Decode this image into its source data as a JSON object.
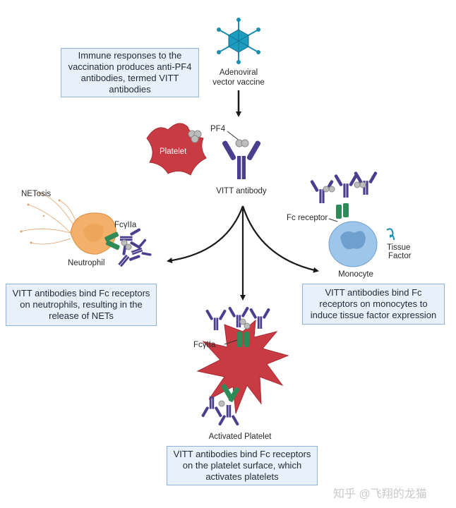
{
  "boxes": {
    "immune": "Immune responses to the vaccination produces anti-PF4 antibodies, termed VITT antibodies",
    "neutrophil": "VITT antibodies bind Fc receptors on neutrophils, resulting in the release of NETs",
    "monocyte": "VITT antibodies bind Fc receptors on monocytes to induce tissue factor expression",
    "platelet": "VITT antibodies bind Fc receptors on the platelet surface, which activates platelets"
  },
  "labels": {
    "vaccine_line1": "Adenoviral",
    "vaccine_line2": "vector vaccine",
    "pf4": "PF4",
    "platelet": "Platelet",
    "vitt_antibody": "VITT antibody",
    "netosis": "NETosis",
    "fcgamma_n": "FcγIIa",
    "neutrophil": "Neutrophil",
    "fc_receptor": "Fc receptor",
    "tissue": "Tissue",
    "factor": "Factor",
    "monocyte": "Monocyte",
    "fcgamma_p": "FcγIIa",
    "activated_platelet": "Activated Platelet"
  },
  "watermark": "知乎 @飞翔的龙猫",
  "colors": {
    "box_fill": "#e8f1fb",
    "box_border": "#8fb2d6",
    "antibody": "#4a3f8f",
    "receptor": "#2e8b57",
    "platelet": "#c93b43",
    "neutrophil": "#f3b06a",
    "monocyte": "#9ec6ea",
    "virus": "#1a8fb0",
    "arrow": "#1a1a1a"
  }
}
